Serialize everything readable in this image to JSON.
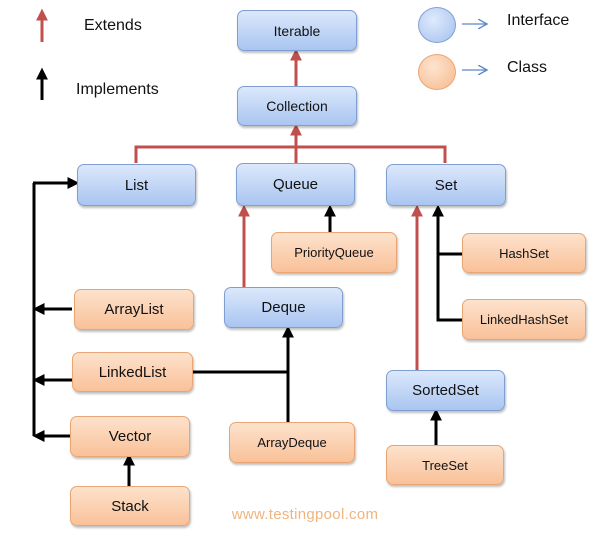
{
  "legend": {
    "extends": "Extends",
    "implements": "Implements",
    "interface": "Interface",
    "class": "Class"
  },
  "nodes": {
    "iterable": "Iterable",
    "collection": "Collection",
    "list": "List",
    "queue": "Queue",
    "set": "Set",
    "priority_queue": "PriorityQueue",
    "deque": "Deque",
    "hash_set": "HashSet",
    "linked_hash_set": "LinkedHashSet",
    "array_list": "ArrayList",
    "linked_list": "LinkedList",
    "vector": "Vector",
    "stack": "Stack",
    "array_deque": "ArrayDeque",
    "sorted_set": "SortedSet",
    "tree_set": "TreeSet"
  },
  "watermark": "www.testingpool.com",
  "colors": {
    "extends_arrow": "#c0504d",
    "implements_arrow": "#000000",
    "interface_fill": "#bcd3f7",
    "class_fill": "#fbd0b0"
  }
}
